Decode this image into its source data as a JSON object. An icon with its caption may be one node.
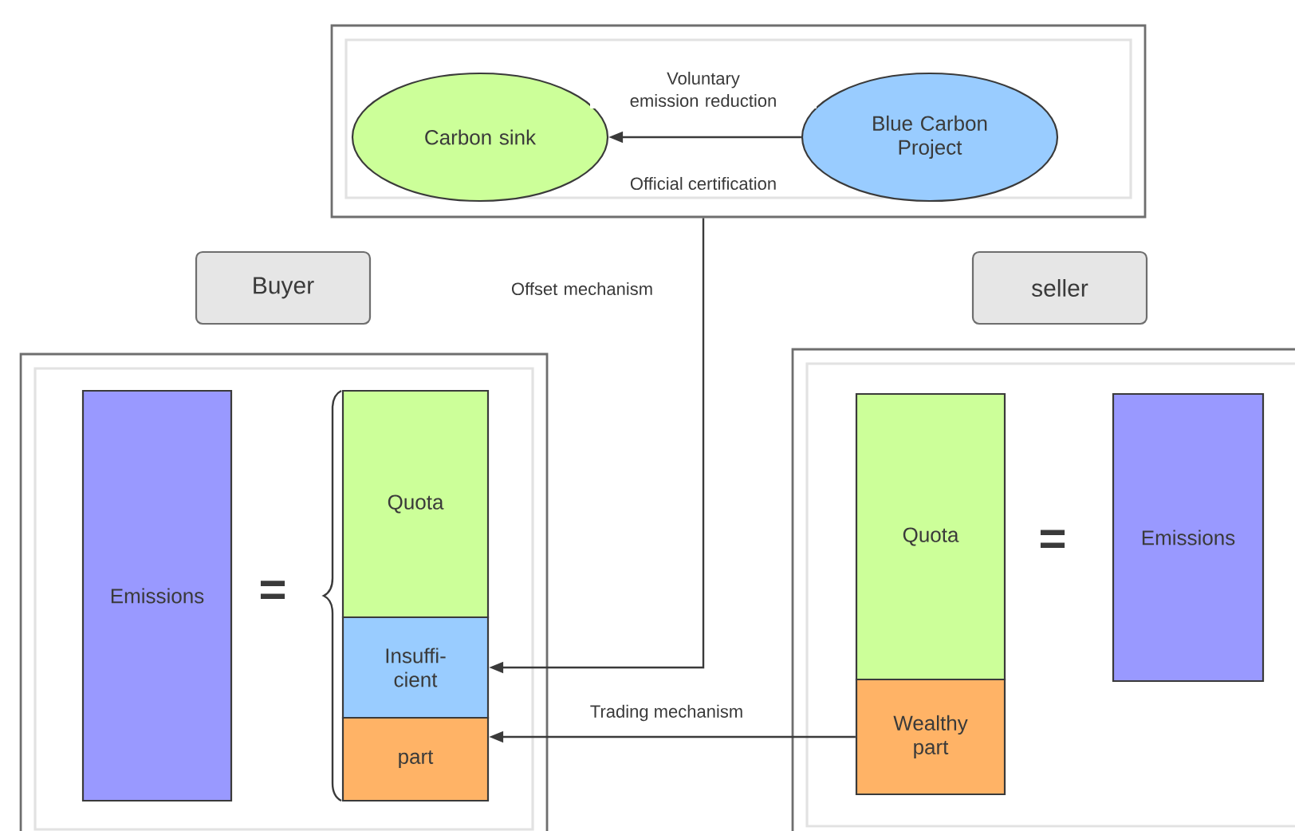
{
  "diagram": {
    "nodes": [
      {
        "text": [],
        "shape": "box"
      },
      {
        "text": [
          "Carbon sink"
        ],
        "in": 0
      },
      {
        "text": [
          "Blue Carbon Project"
        ],
        "in": 0
      },
      {
        "text": [
          "Buyer"
        ]
      },
      {
        "text": [
          "seller"
        ]
      },
      {
        "text": [],
        "shape": "box"
      },
      {
        "text": [
          "Emissions"
        ],
        "in": 5
      },
      {
        "text": [
          "Quota"
        ],
        "in": 5
      },
      {
        "text": [
          "Insuffi- cient"
        ],
        "in": 5
      },
      {
        "text": [
          "part"
        ],
        "in": 5
      },
      {
        "text": [],
        "shape": "box"
      },
      {
        "text": [
          "Quota"
        ],
        "in": 10
      },
      {
        "text": [
          "Wealthy part"
        ],
        "in": 10
      },
      {
        "text": [
          "Emissions"
        ],
        "in": 10
      }
    ],
    "edges": [
      {
        "from": 2,
        "to": 1,
        "arrow": "to",
        "label": "Voluntary emission reduction"
      },
      {
        "from": 0,
        "to": 8,
        "arrow": "to",
        "label": "Offset mechanism"
      },
      {
        "from": 12,
        "to": 9,
        "arrow": "to",
        "label": "Trading mechanism"
      }
    ],
    "labels": [
      "Official certification",
      "=",
      "="
    ]
  }
}
